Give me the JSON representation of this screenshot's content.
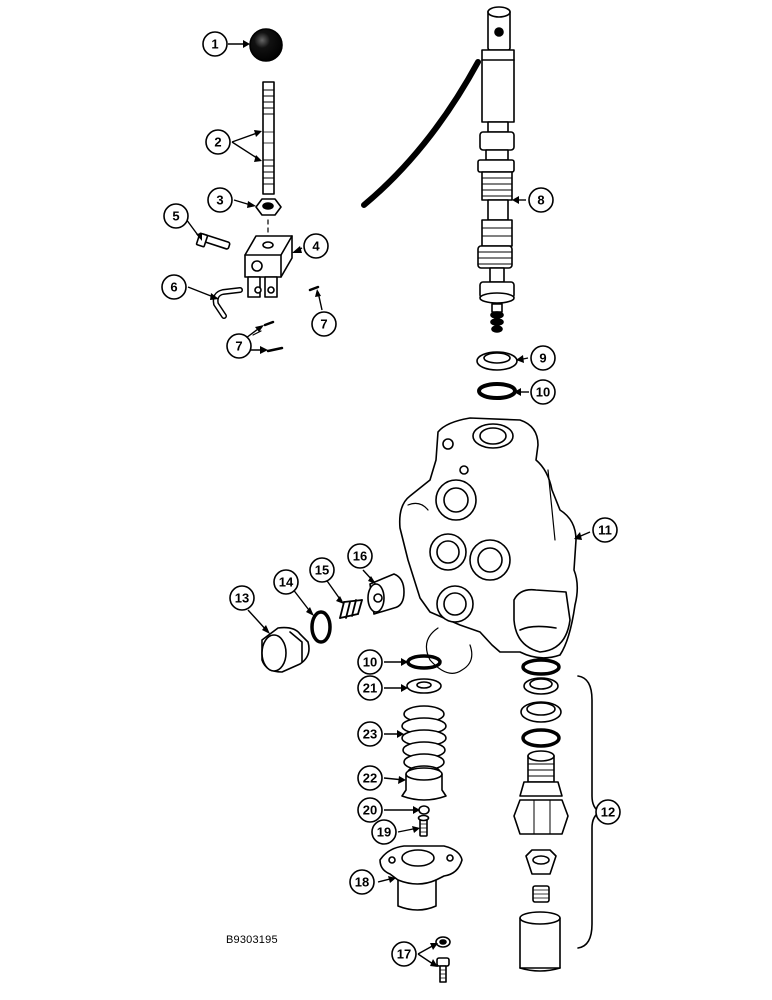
{
  "figure": {
    "id_label": "B9303195"
  },
  "callouts": [
    {
      "key": "c1",
      "label": "1"
    },
    {
      "key": "c2",
      "label": "2"
    },
    {
      "key": "c3",
      "label": "3"
    },
    {
      "key": "c4",
      "label": "4"
    },
    {
      "key": "c5",
      "label": "5"
    },
    {
      "key": "c6",
      "label": "6"
    },
    {
      "key": "c7a",
      "label": "7"
    },
    {
      "key": "c7b",
      "label": "7"
    },
    {
      "key": "c8",
      "label": "8"
    },
    {
      "key": "c9",
      "label": "9"
    },
    {
      "key": "c10a",
      "label": "10"
    },
    {
      "key": "c10b",
      "label": "10"
    },
    {
      "key": "c11",
      "label": "11"
    },
    {
      "key": "c12",
      "label": "12"
    },
    {
      "key": "c13",
      "label": "13"
    },
    {
      "key": "c14",
      "label": "14"
    },
    {
      "key": "c15",
      "label": "15"
    },
    {
      "key": "c16",
      "label": "16"
    },
    {
      "key": "c17",
      "label": "17"
    },
    {
      "key": "c18",
      "label": "18"
    },
    {
      "key": "c19",
      "label": "19"
    },
    {
      "key": "c20",
      "label": "20"
    },
    {
      "key": "c21",
      "label": "21"
    },
    {
      "key": "c22",
      "label": "22"
    },
    {
      "key": "c23",
      "label": "23"
    }
  ]
}
